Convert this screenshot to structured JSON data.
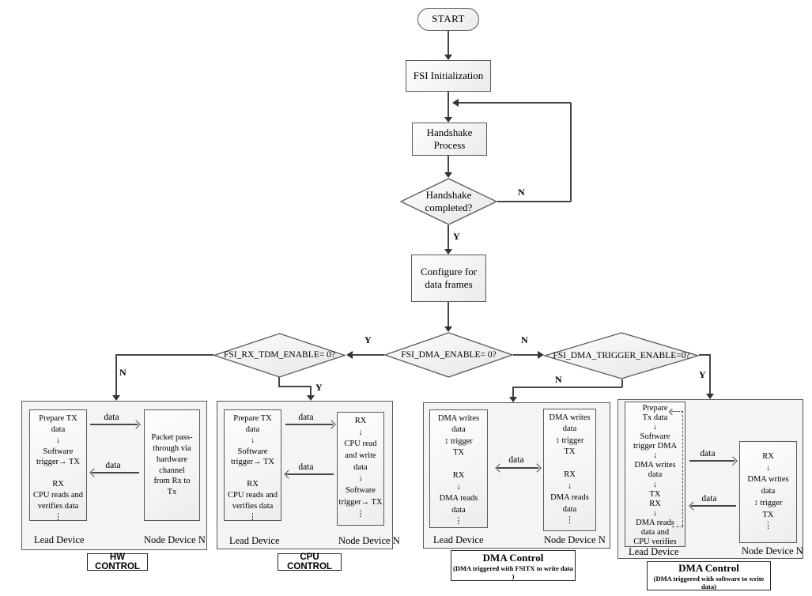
{
  "flow": {
    "start": "START",
    "fsi_initialization": "FSI Initialization",
    "handshake_process": "Handshake\nProcess",
    "handshake_completed": "Handshake\ncompleted?",
    "configure_frames": "Configure for\ndata frames",
    "fsi_dma_enable": "FSI_DMA_ENABLE= 0?",
    "fsi_rx_tdm_enable": "FSI_RX_TDM_ENABLE= 0?",
    "fsi_dma_trigger_enable": "FSI_DMA_TRIGGER_ENABLE=0?",
    "labels": {
      "yes": "Y",
      "no": "N",
      "data": "data"
    }
  },
  "groups": {
    "hw": {
      "title": "HW CONTROL",
      "lead_device": "Lead Device",
      "node_device": "Node Device N",
      "lead_steps": "Prepare TX\ndata\n↓\nSoftware\ntrigger→ TX\n\nRX\nCPU reads and\nverifies data\n⋮",
      "node_steps": "Packet pass-\nthrough via\nhardware\nchannel\nfrom Rx to\nTx"
    },
    "cpu": {
      "title": "CPU CONTROL",
      "lead_device": "Lead Device",
      "node_device": "Node Device N",
      "lead_steps": "Prepare TX\ndata\n↓\nSoftware\ntrigger→ TX\n\nRX\nCPU reads and\nverifies data\n⋮",
      "node_steps": "RX\n↓\nCPU read\nand write\ndata\n↓\nSoftware\ntrigger→ TX\n⋮"
    },
    "dma_fsitx": {
      "title": "DMA Control",
      "subtitle": "(DMA triggered with FSITX to write data )",
      "lead_device": "Lead Device",
      "node_device": "Node Device N",
      "lead_steps": "DMA writes\ndata\n↕ trigger\nTX\n\nRX\n↓\nDMA reads\ndata\n⋮",
      "node_steps": "DMA writes\ndata\n↕ trigger\nTX\n\nRX\n↓\nDMA reads\ndata\n⋮"
    },
    "dma_sw": {
      "title": "DMA Control",
      "subtitle": "(DMA triggered with software to write data)",
      "lead_device": "Lead Device",
      "node_device": "Node Device N",
      "lead_steps": "Prepare\nTx data\n↓\nSoftware\ntrigger DMA\n↓\nDMA writes\ndata\n↓\nTX\nRX\n↓\nDMA reads\ndata and\nCPU verifies",
      "node_steps": "RX\n↓\nDMA writes\ndata\n↕ trigger\nTX\n⋮"
    }
  },
  "colors": {
    "line": "#454545",
    "border": "#595959",
    "node_fill": "#ebebeb",
    "group_fill": "#f4f4f4"
  }
}
